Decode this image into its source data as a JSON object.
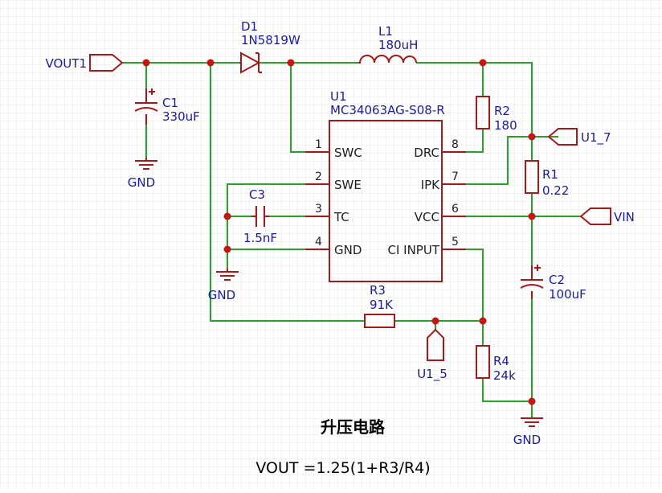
{
  "title": "升压电路",
  "formula": "VOUT =1.25(1+R3/R4)",
  "nets": {
    "vout": "VOUT1",
    "vin": "VIN",
    "u1_7": "U1_7",
    "u1_5": "U1_5",
    "gnd": "GND"
  },
  "components": {
    "d1": {
      "ref": "D1",
      "value": "1N5819W"
    },
    "l1": {
      "ref": "L1",
      "value": "180uH"
    },
    "c1": {
      "ref": "C1",
      "value": "330uF"
    },
    "c2": {
      "ref": "C2",
      "value": "100uF"
    },
    "c3": {
      "ref": "C3",
      "value": "1.5nF"
    },
    "r1": {
      "ref": "R1",
      "value": "0.22"
    },
    "r2": {
      "ref": "R2",
      "value": "180"
    },
    "r3": {
      "ref": "R3",
      "value": "91K"
    },
    "r4": {
      "ref": "R4",
      "value": "24k"
    },
    "u1": {
      "ref": "U1",
      "value": "MC34063AG-S08-R"
    }
  },
  "pins": {
    "p1": {
      "num": "1",
      "name": "SWC"
    },
    "p2": {
      "num": "2",
      "name": "SWE"
    },
    "p3": {
      "num": "3",
      "name": "TC"
    },
    "p4": {
      "num": "4",
      "name": "GND"
    },
    "p5": {
      "num": "5",
      "name": "CI INPUT"
    },
    "p6": {
      "num": "6",
      "name": "VCC"
    },
    "p7": {
      "num": "7",
      "name": "IPK"
    },
    "p8": {
      "num": "8",
      "name": "DRC"
    }
  },
  "colors": {
    "wire": "#2ea02e",
    "component": "#a61a1a",
    "label": "#1a1aa0",
    "node": "#c81414",
    "grid": "#e6e6e6"
  }
}
